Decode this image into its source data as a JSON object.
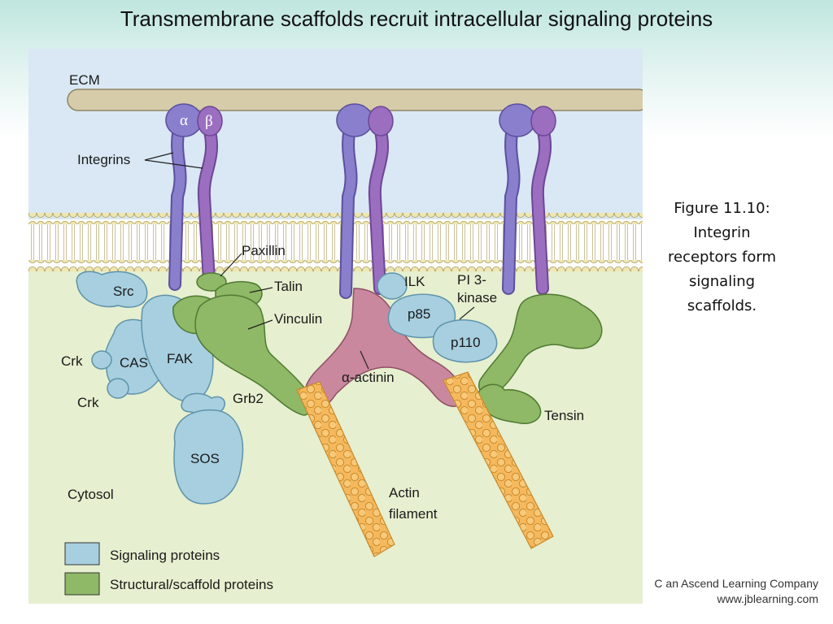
{
  "slide": {
    "title": "Transmembrane scaffolds recruit intracellular signaling proteins"
  },
  "caption": {
    "line1": "Figure 11.10:",
    "line2": "Integrin",
    "line3": "receptors form",
    "line4": "signaling",
    "line5": "scaffolds."
  },
  "credit": {
    "line1": "C an Ascend Learning Company",
    "line2": "www.jblearning.com"
  },
  "diagram": {
    "labels": {
      "ecm": "ECM",
      "alpha": "α",
      "beta": "β",
      "integrins": "Integrins",
      "paxillin": "Paxillin",
      "talin": "Talin",
      "vinculin": "Vinculin",
      "src": "Src",
      "cas": "CAS",
      "fak": "FAK",
      "crk1": "Crk",
      "crk2": "Crk",
      "grb2": "Grb2",
      "sos": "SOS",
      "cytosol": "Cytosol",
      "ilk": "ILK",
      "pi3k_line1": "PI 3-",
      "pi3k_line2": "kinase",
      "p85": "p85",
      "p110": "p110",
      "actinin": "α-actinin",
      "actin_line1": "Actin",
      "actin_line2": "filament",
      "tensin": "Tensin"
    },
    "legend": {
      "signaling": "Signaling proteins",
      "structural": "Structural/scaffold proteins"
    },
    "colors": {
      "ecm_bg": "#d9e8f4",
      "cytosol_bg": "#e6efcf",
      "ecm_bar": "#d6ccaa",
      "lipid_head": "#efe7b2",
      "alpha_integrin": "#8a7fcd",
      "beta_integrin": "#9b6ec0",
      "signaling": "#a7cfe0",
      "structural": "#8fb867",
      "actinin": "#c9889e",
      "actin": "#f5b85c"
    }
  }
}
